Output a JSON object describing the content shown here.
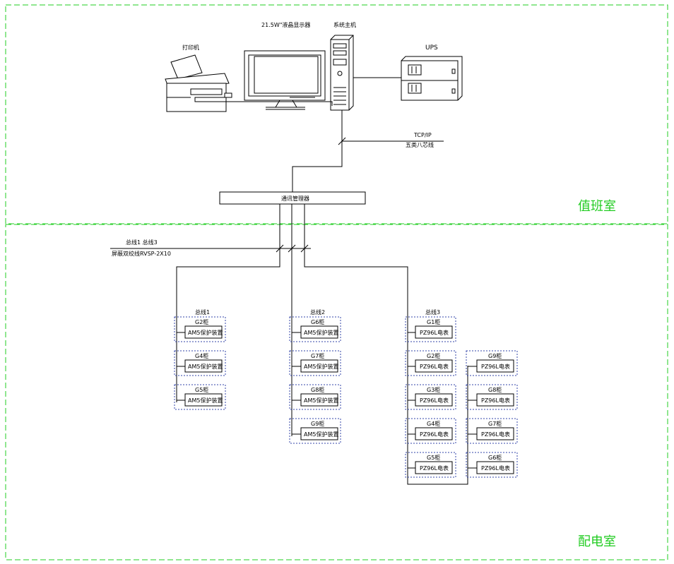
{
  "rooms": {
    "duty_room": "值班室",
    "distribution_room": "配电室"
  },
  "equipment": {
    "monitor": "21.5W\"液晶显示器",
    "host": "系统主机",
    "printer": "打印机",
    "ups": "UPS",
    "link_protocol": "TCP/IP",
    "link_cable": "五类八芯线",
    "comm_manager": "通讯管理器",
    "bus_cable_top": "总线1 总线3",
    "bus_cable_spec": "屏蔽双绞线RVSP-2X10"
  },
  "buses": [
    {
      "label": "总线1",
      "devices": [
        {
          "cabinet": "G2柜",
          "meter": "AM5保护装置"
        },
        {
          "cabinet": "G4柜",
          "meter": "AM5保护装置"
        },
        {
          "cabinet": "G5柜",
          "meter": "AM5保护装置"
        }
      ]
    },
    {
      "label": "总线2",
      "devices": [
        {
          "cabinet": "G6柜",
          "meter": "AM5保护装置"
        },
        {
          "cabinet": "G7柜",
          "meter": "AM5保护装置"
        },
        {
          "cabinet": "G8柜",
          "meter": "AM5保护装置"
        },
        {
          "cabinet": "G9柜",
          "meter": "AM5保护装置"
        }
      ]
    },
    {
      "label": "总线3",
      "devices": [
        {
          "cabinet": "G1柜",
          "meter": "PZ96L电表"
        },
        {
          "cabinet": "G2柜",
          "meter": "PZ96L电表"
        },
        {
          "cabinet": "G3柜",
          "meter": "PZ96L电表"
        },
        {
          "cabinet": "G4柜",
          "meter": "PZ96L电表"
        },
        {
          "cabinet": "G5柜",
          "meter": "PZ96L电表"
        }
      ],
      "devices_right": [
        {
          "cabinet": "G9柜",
          "meter": "PZ96L电表"
        },
        {
          "cabinet": "G8柜",
          "meter": "PZ96L电表"
        },
        {
          "cabinet": "G7柜",
          "meter": "PZ96L电表"
        },
        {
          "cabinet": "G6柜",
          "meter": "PZ96L电表"
        }
      ]
    }
  ]
}
